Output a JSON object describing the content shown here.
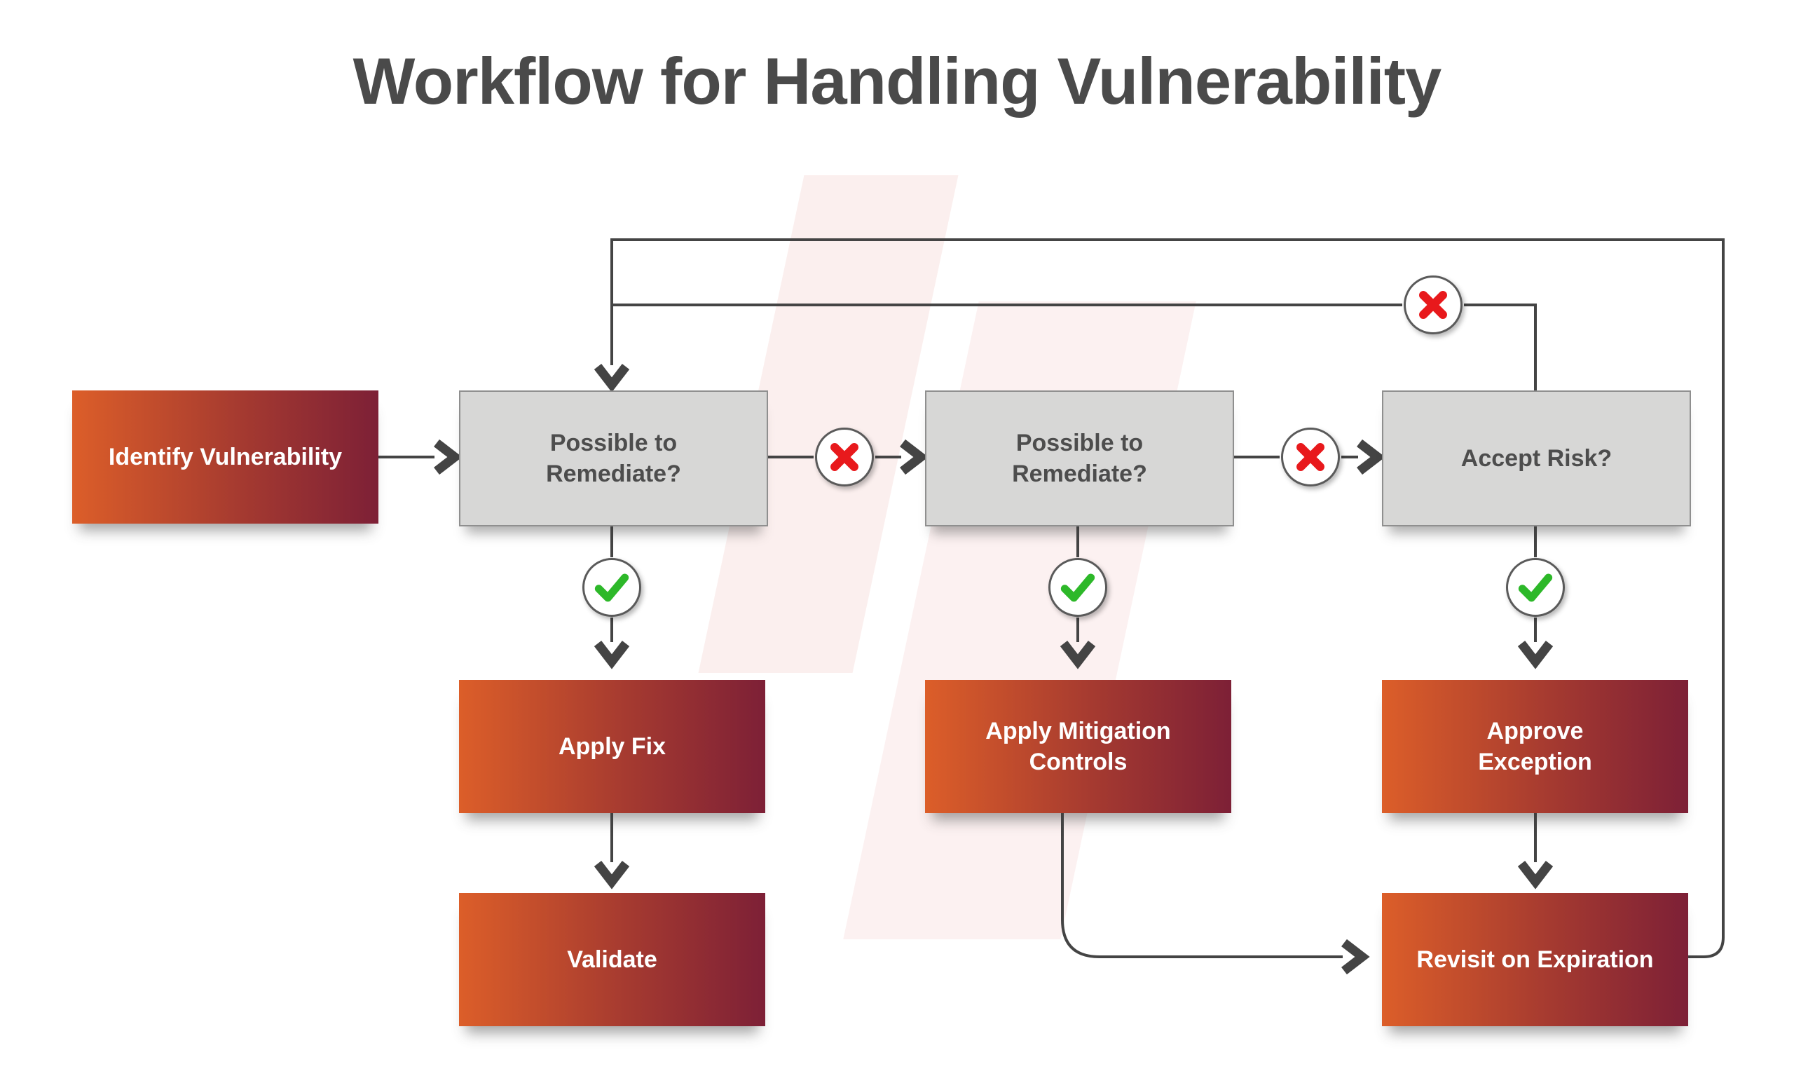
{
  "title": "Workflow for Handling Vulnerability",
  "nodes": [
    {
      "id": "identify",
      "label": "Identify Vulnerability",
      "kind": "process"
    },
    {
      "id": "possible1",
      "label": "Possible to Remediate?",
      "kind": "decision"
    },
    {
      "id": "possible2",
      "label": "Possible to Remediate?",
      "kind": "decision"
    },
    {
      "id": "accept",
      "label": "Accept Risk?",
      "kind": "decision"
    },
    {
      "id": "apply_fix",
      "label": "Apply Fix",
      "kind": "process"
    },
    {
      "id": "mitigation",
      "label": "Apply Mitigation Controls",
      "kind": "process"
    },
    {
      "id": "approve",
      "label": "Approve Exception",
      "kind": "process"
    },
    {
      "id": "validate",
      "label": "Validate",
      "kind": "process"
    },
    {
      "id": "revisit",
      "label": "Revisit on Expiration",
      "kind": "process"
    }
  ],
  "edges": [
    {
      "from": "identify",
      "to": "possible1",
      "result": ""
    },
    {
      "from": "possible1",
      "to": "possible2",
      "result": "no"
    },
    {
      "from": "possible1",
      "to": "apply_fix",
      "result": "yes"
    },
    {
      "from": "possible2",
      "to": "accept",
      "result": "no"
    },
    {
      "from": "possible2",
      "to": "mitigation",
      "result": "yes"
    },
    {
      "from": "accept",
      "to": "approve",
      "result": "yes"
    },
    {
      "from": "accept",
      "to": "possible1",
      "result": "no"
    },
    {
      "from": "apply_fix",
      "to": "validate",
      "result": ""
    },
    {
      "from": "mitigation",
      "to": "revisit",
      "result": ""
    },
    {
      "from": "approve",
      "to": "revisit",
      "result": ""
    },
    {
      "from": "revisit",
      "to": "possible1",
      "result": ""
    }
  ],
  "icons": {
    "no": {
      "name": "cross-icon",
      "glyph": "✕",
      "color": "#e8191c"
    },
    "yes": {
      "name": "check-icon",
      "glyph": "✓",
      "color": "#2db829"
    }
  },
  "colors": {
    "title_text": "#4a4a4a",
    "process_gradient_start": "#dc5e29",
    "process_gradient_end": "#7d2036",
    "process_text": "#ffffff",
    "decision_fill": "#d7d7d6",
    "decision_border": "#8f8f8f",
    "decision_text": "#4d4d4d",
    "connector": "#444444",
    "watermark": "#fbefee"
  }
}
